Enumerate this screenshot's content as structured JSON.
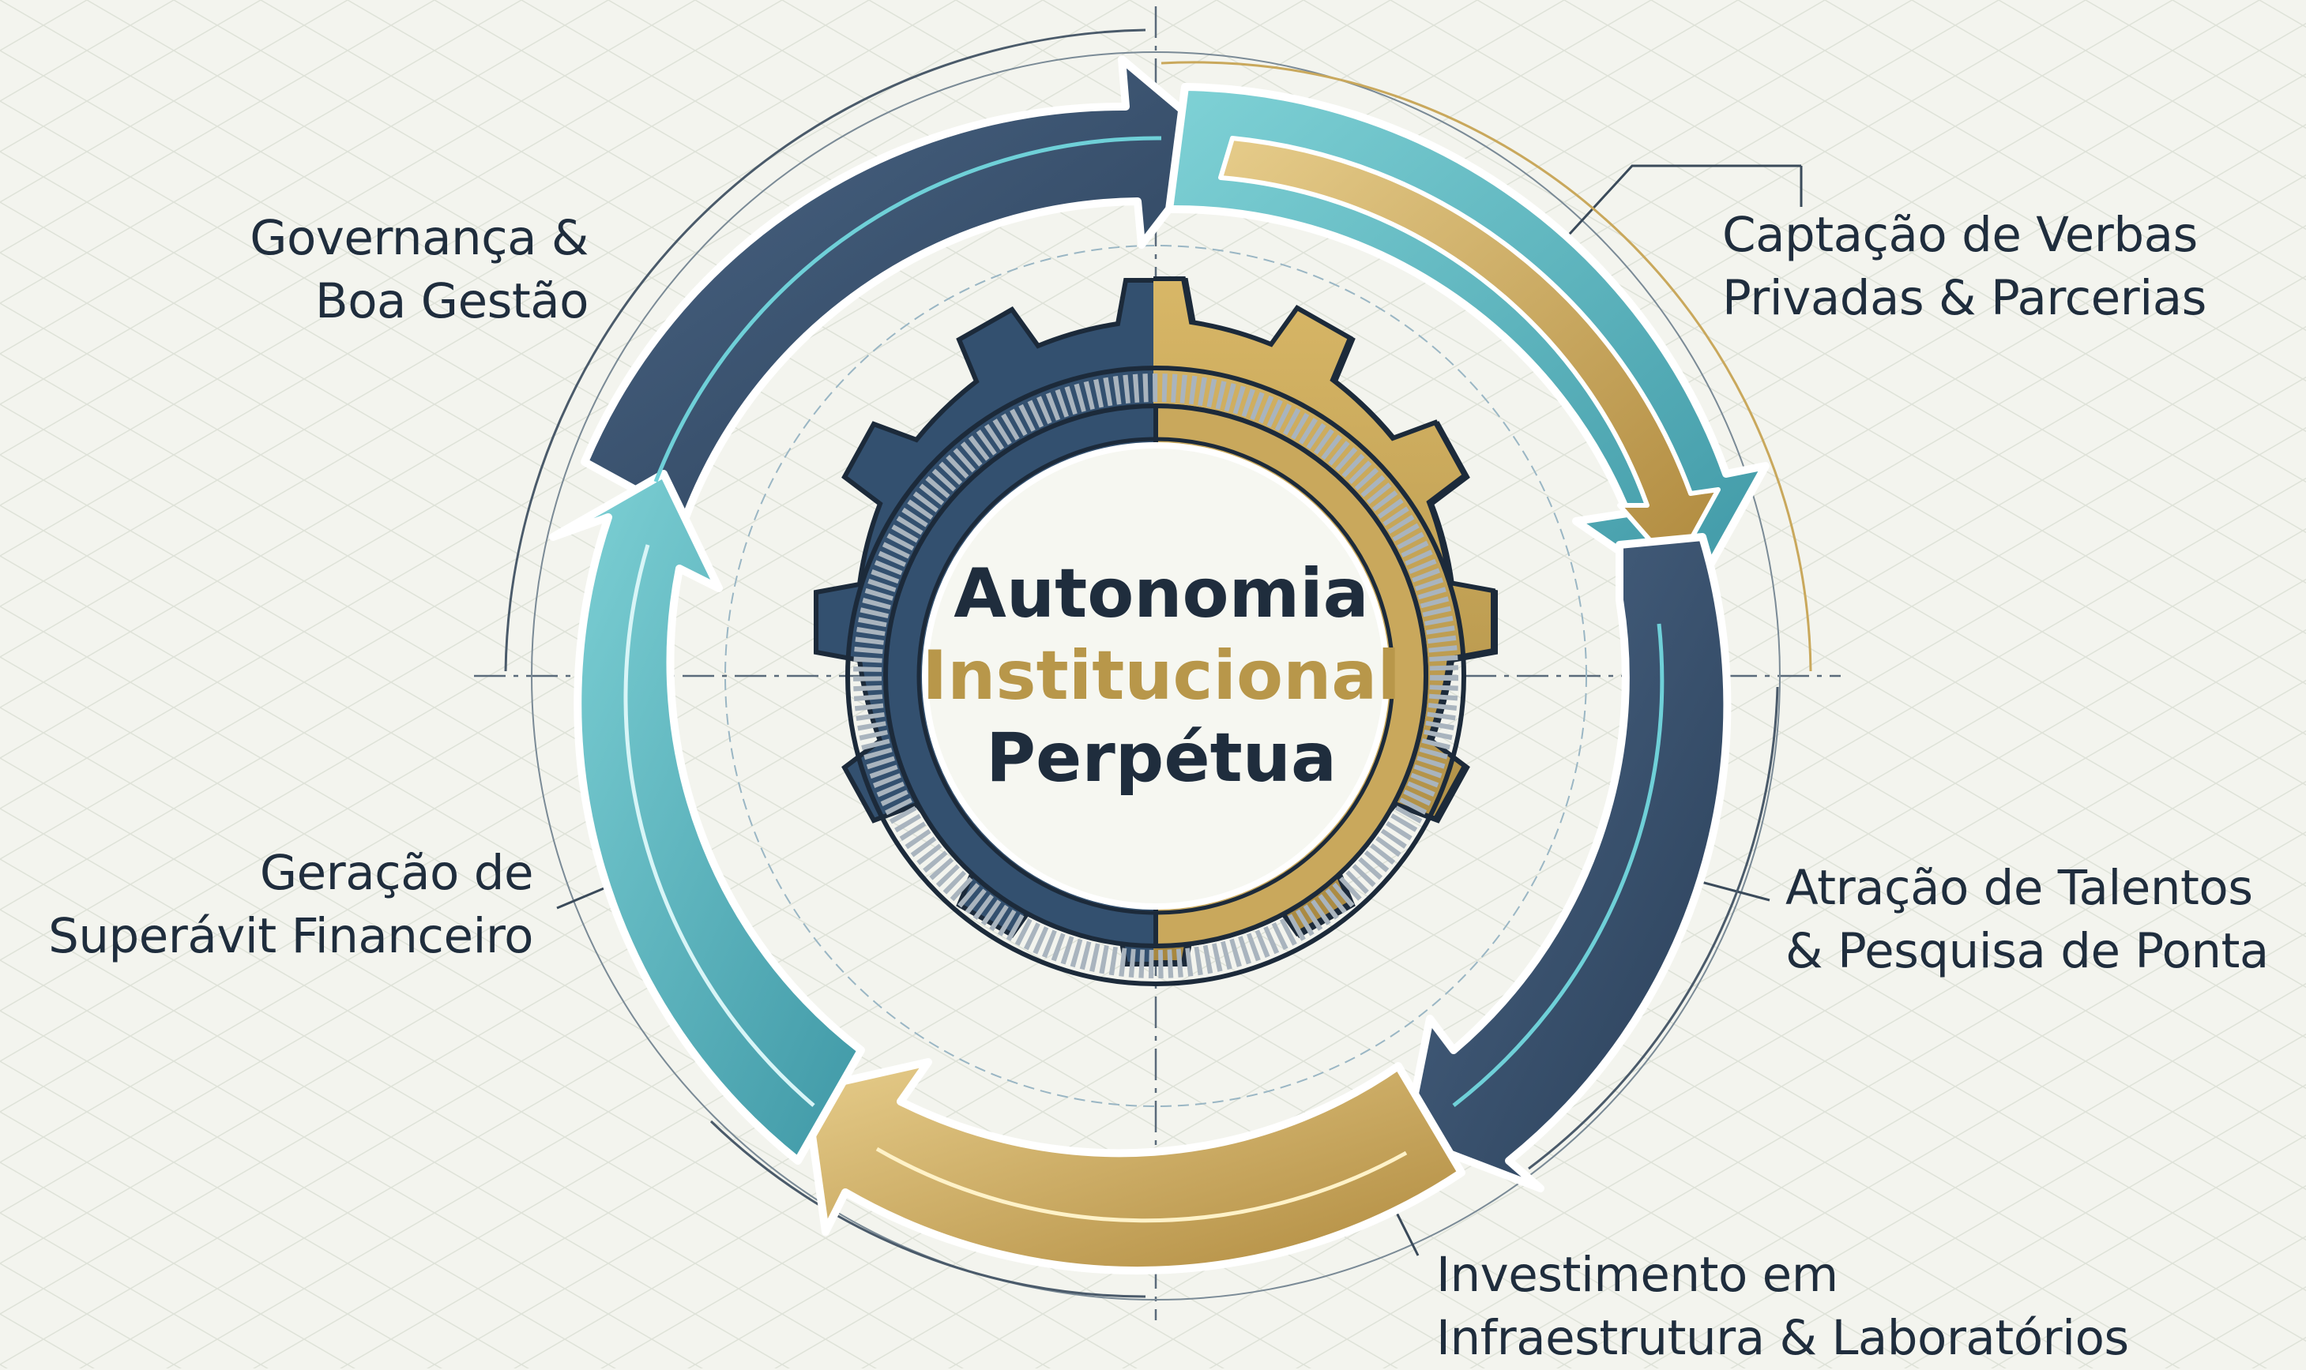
{
  "center": {
    "line1": "Autonomia",
    "line2": "Institucional",
    "line3": "Perpétua"
  },
  "stages": [
    {
      "id": "governanca",
      "lines": [
        "Governança &",
        "Boa Gestão"
      ],
      "color": "#34506f"
    },
    {
      "id": "captacao",
      "lines": [
        "Captação de Verbas",
        "Privadas & Parcerias"
      ],
      "color": "#4fb3bf"
    },
    {
      "id": "atracao",
      "lines": [
        "Atração de Talentos",
        "& Pesquisa de Ponta"
      ],
      "color": "#34506f"
    },
    {
      "id": "investimento",
      "lines": [
        "Investimento em",
        "Infraestrutura & Laboratórios"
      ],
      "color": "#c9a85c"
    },
    {
      "id": "geracao",
      "lines": [
        "Geração de",
        "Superávit Financeiro"
      ],
      "color": "#4fb3bf"
    }
  ],
  "colors": {
    "navy": "#2f4865",
    "teal": "#4fb3bf",
    "gold": "#c9a85c",
    "text": "#1f2d3d",
    "background": "#f3f4ee"
  }
}
